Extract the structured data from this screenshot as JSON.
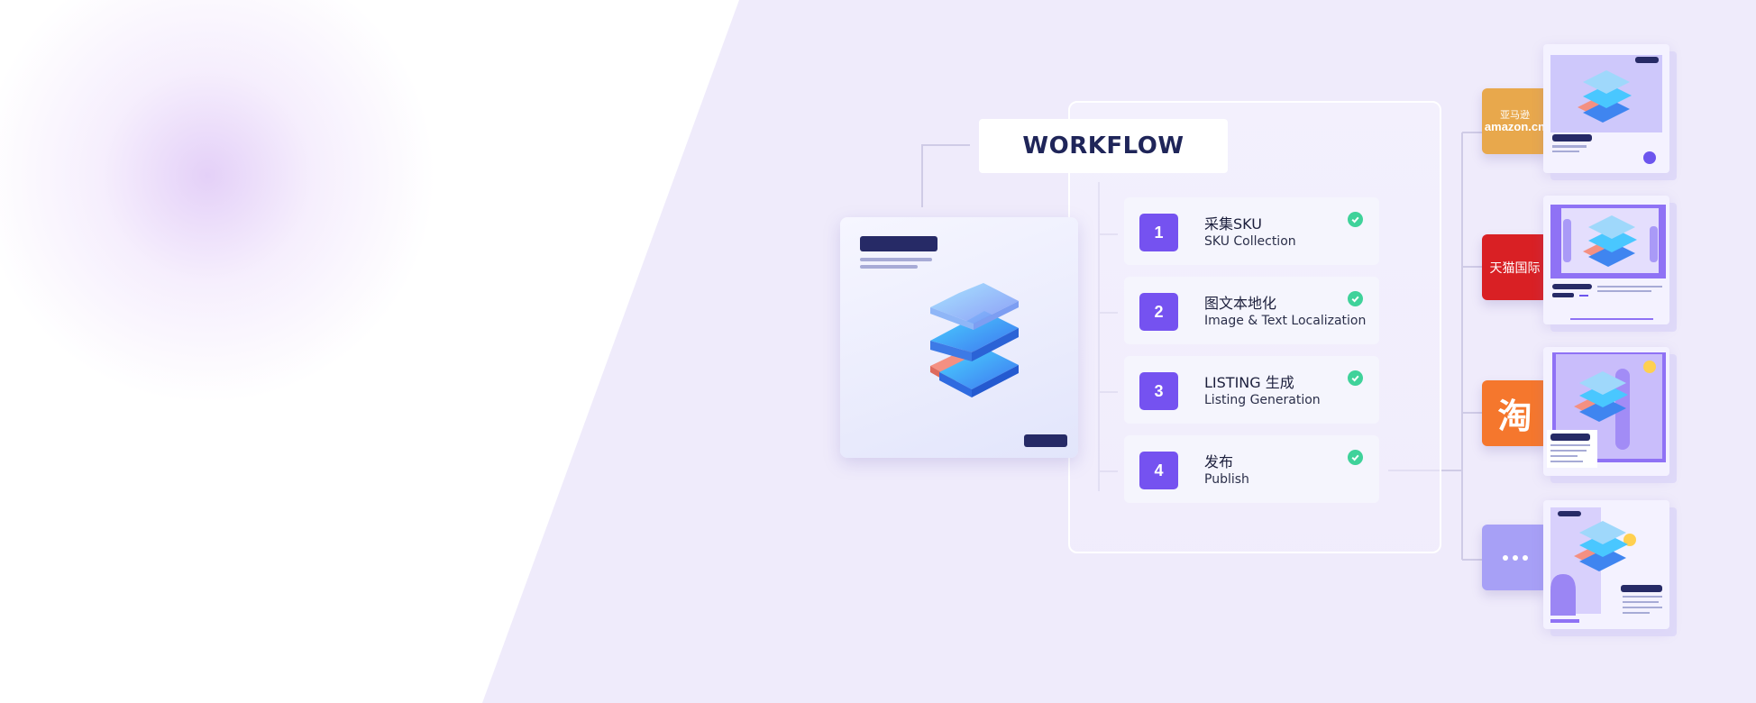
{
  "workflow": {
    "title": "WORKFLOW",
    "steps": [
      {
        "number": "1",
        "title_zh": "采集SKU",
        "title_en": "SKU Collection"
      },
      {
        "number": "2",
        "title_zh": "图文本地化",
        "title_en": "Image & Text Localization"
      },
      {
        "number": "3",
        "title_zh": "LISTING 生成",
        "title_en": "Listing Generation"
      },
      {
        "number": "4",
        "title_zh": "发布",
        "title_en": "Publish"
      }
    ]
  },
  "platforms": [
    {
      "name_cn": "亚马逊",
      "name": "amazon.cn",
      "color": "#e8a84c",
      "icon": "amazon-logo-icon"
    },
    {
      "name": "天猫国际",
      "color": "#d92024",
      "icon": "tmall-logo-icon"
    },
    {
      "name": "淘",
      "color": "#f5772d",
      "icon": "taobao-logo-icon"
    },
    {
      "name": "",
      "color": "#a7a0f6",
      "icon": "more-icon"
    }
  ],
  "colors": {
    "accent": "#7552f0",
    "check": "#3fd29a",
    "title": "#1f2559",
    "background": "#efebfb"
  }
}
